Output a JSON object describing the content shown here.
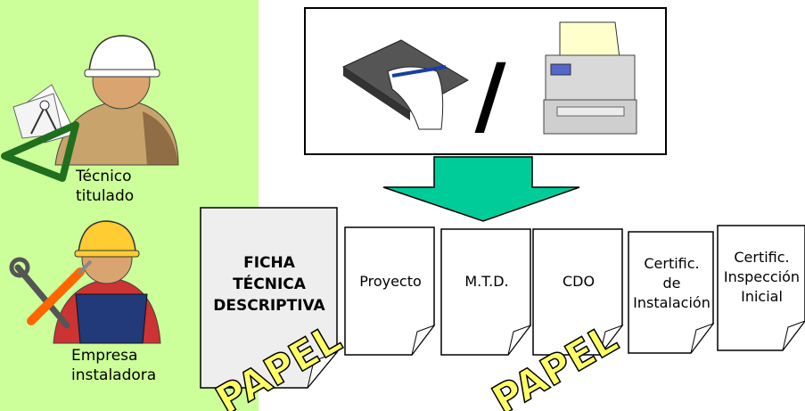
{
  "left_panel": {
    "technician_caption": [
      "Técnico",
      "titulado"
    ],
    "installer_caption": [
      "Empresa",
      "instaladora"
    ],
    "background": "#ccff99"
  },
  "top_box": {
    "separator": "/"
  },
  "main_document": {
    "lines": [
      "FICHA",
      "TÉCNICA",
      "DESCRIPTIVA"
    ],
    "stamp": "PAPEL"
  },
  "documents": [
    {
      "lines": [
        "Proyecto"
      ]
    },
    {
      "lines": [
        "M.T.D."
      ]
    },
    {
      "lines": [
        "CDO"
      ]
    },
    {
      "lines": [
        "Certific.",
        "de",
        "Instalación"
      ]
    },
    {
      "lines": [
        "Certific.",
        "Inspección",
        "Inicial"
      ]
    }
  ],
  "stamp2": "PAPEL",
  "colors": {
    "arrow": "#00cc99",
    "main_doc_fill": "#eeeeee",
    "stamp_fill": "#ffff66"
  }
}
